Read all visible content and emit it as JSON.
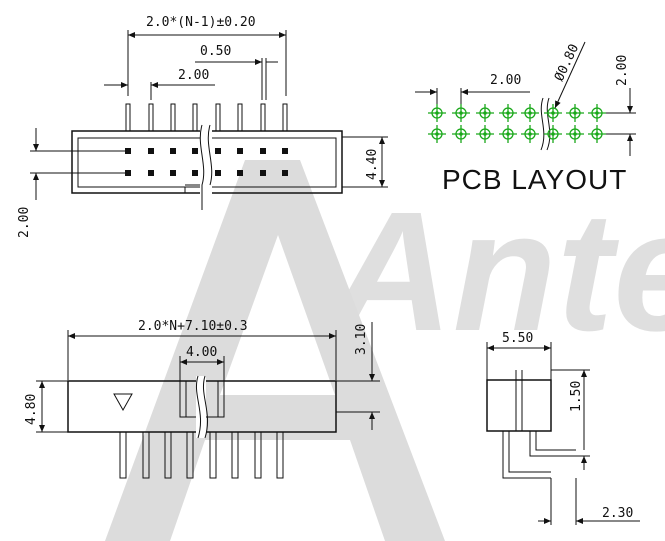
{
  "watermark": "Ante",
  "pcb_layout": {
    "title": "PCB LAYOUT",
    "pitch_label": "2.00",
    "row_pitch_label": "2.00",
    "hole_dia_label": "Ø0.80",
    "pad_color": "#1aa81a"
  },
  "top_view": {
    "overall_label": "2.0*(N-1)±0.20",
    "pin_width_label": "0.50",
    "pitch_label": "2.00",
    "height_label": "4.40",
    "row_pitch_label": "2.00"
  },
  "front_view": {
    "overall_label": "2.0*N+7.10±0.3",
    "key_width_label": "4.00",
    "top_offset_label": "3.10",
    "height_label": "4.80"
  },
  "side_view": {
    "width_label": "5.50",
    "offset_label": "1.50",
    "pin_offset_label": "2.30"
  }
}
